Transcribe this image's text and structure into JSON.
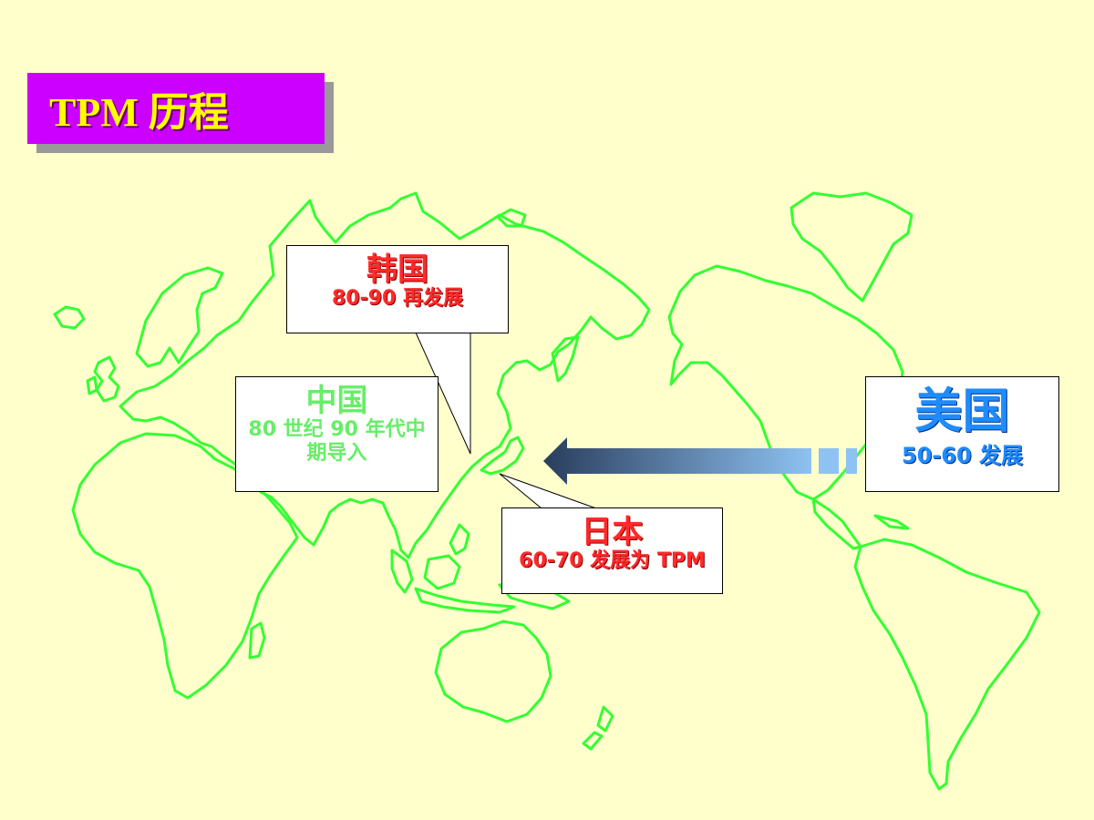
{
  "title": "TPM 历程",
  "colors": {
    "background": "#ffffcc",
    "title_box": "#cc00ff",
    "title_text": "#ffff00",
    "map_outline": "#33ff33",
    "korea_text": "#ff2a2a",
    "japan_text": "#ff2a2a",
    "china_text": "#66ee66",
    "usa_text": "#1e8cff",
    "arrow_dark": "#2a3d5c",
    "arrow_light": "#8ec2f2"
  },
  "callouts": {
    "korea": {
      "name": "韩国",
      "desc": "80-90 再发展"
    },
    "china": {
      "name": "中国",
      "desc": "80 世纪 90 年代中期导入"
    },
    "japan": {
      "name": "日本",
      "desc": "60-70 发展为 TPM"
    },
    "usa": {
      "name": "美国",
      "desc": "50-60 发展"
    }
  },
  "arrow": {
    "direction": "left",
    "from": "usa",
    "to": "japan"
  },
  "icons": [
    "world-map-outline",
    "left-arrow"
  ]
}
